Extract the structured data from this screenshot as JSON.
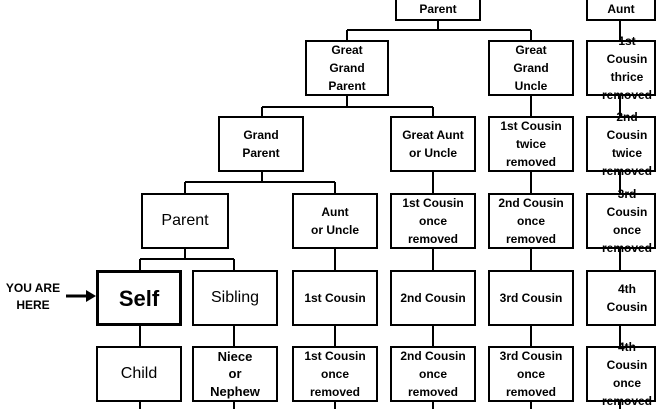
{
  "pointer": {
    "label": "YOU ARE\nHERE"
  },
  "nodes": {
    "parent_top": "Parent",
    "aunt_top": "Aunt",
    "great_grand_parent": "Great\nGrand\nParent",
    "great_grand_uncle": "Great\nGrand\nUncle",
    "first_cousin_thrice": "1st Cousin\nthrice\nremoved",
    "grand_parent": "Grand\nParent",
    "great_aunt_or_uncle": "Great Aunt\nor Uncle",
    "first_cousin_twice": "1st Cousin\ntwice\nremoved",
    "second_cousin_twice": "2nd Cousin\ntwice\nremoved",
    "parent": "Parent",
    "aunt_or_uncle": "Aunt\nor Uncle",
    "first_cousin_once_up": "1st Cousin\nonce\nremoved",
    "second_cousin_once_up": "2nd Cousin\nonce\nremoved",
    "third_cousin_once_up": "3rd Cousin\nonce\nremoved",
    "self": "Self",
    "sibling": "Sibling",
    "first_cousin": "1st Cousin",
    "second_cousin": "2nd Cousin",
    "third_cousin": "3rd Cousin",
    "fourth_cousin": "4th Cousin",
    "child": "Child",
    "niece_or_nephew": "Niece\nor\nNephew",
    "first_cousin_once_down": "1st Cousin\nonce\nremoved",
    "second_cousin_once_down": "2nd Cousin\nonce\nremoved",
    "third_cousin_once_down": "3rd Cousin\nonce\nremoved",
    "fourth_cousin_once_down": "4th Cousin\nonce\nremoved"
  }
}
